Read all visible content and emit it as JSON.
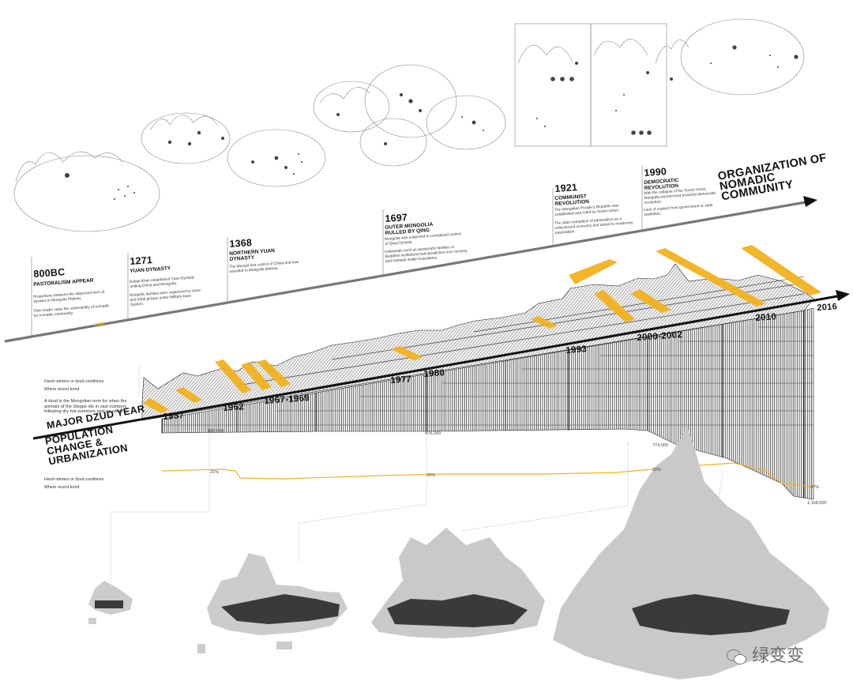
{
  "colors": {
    "accent": "#f3b21e",
    "urban_light": "#c9c9c9",
    "urban_dark": "#3a3a3a",
    "axis": "#111111",
    "top_axis": "#777777"
  },
  "headings": {
    "organization": "ORGANIZATION OF NOMADIC COMMUNITY",
    "major_dzud": "MAJOR DZUD YEAR",
    "population": "POPULATION CHANGE & URBANIZATION"
  },
  "timeline_events": [
    {
      "year": "800BC",
      "title": "PASTORALISM APPEAR",
      "desc1": "Proportions between the dispersed form of families in Mongolia Plateau.",
      "desc2": "Tribe leader raise the vulnerability of nomadic for nomadic community."
    },
    {
      "year": "1271",
      "title": "YUAN DYNASTY",
      "desc1": "Kublai Khan established Yuan Dynasty uniting China and Mongolia.",
      "desc2": "Mongolic families were organized by clans and tribal groups under Military-base System."
    },
    {
      "year": "1368",
      "title": "NORTHERN YUAN DYNASTY",
      "desc1": "The Mongol lost control of China and was expelled to Mongolia plateau.",
      "desc2": ""
    },
    {
      "year": "1697",
      "title": "OUTER MONGOLIA RULLED BY QING",
      "desc1": "Mongolia was subjected to centralized control of Qing Dynasty.",
      "desc2": "Individuals such as aristocratic families or Buddhist institutions had jurisdiction over territory and nomads inside boundaries."
    },
    {
      "year": "1921",
      "title": "COMMUNIST REVOLUTION",
      "desc1": "The Mongolian People's Republic was established and ruled by Soviet Union.",
      "desc2": "The state nomadism of pastoralism as a collectivized economy and aimed to modernize pastoralism."
    },
    {
      "year": "1990",
      "title": "DEMOCRATIC REVOLUTION",
      "desc1": "With the collapse of the Soviet Union, Mongolia experienced peaceful democratic revolution.",
      "desc2": "Lack of support from government or state institution."
    }
  ],
  "dzud_years": [
    "1957",
    "1962",
    "1967-1969",
    "1977",
    "1980",
    "1993",
    "2000-2002",
    "2010",
    "2016"
  ],
  "dzud_definition": "A dzud is the Mongolian term for when the animals of the Steppe die in vast numbers following dry hot summers and icy winters.",
  "legend_top": [
    "Harsh winters or dzud conditions",
    "Where recent trend"
  ],
  "legend_bottom": [
    "Harsh winters or dzud conditions",
    "Where recent trend"
  ],
  "population_values": [
    "180,000",
    "475,000",
    "774,000",
    "1,168,000"
  ],
  "urbanization_values": [
    "21%",
    "26%",
    "32%",
    "47%"
  ],
  "watermark": "绿变变"
}
